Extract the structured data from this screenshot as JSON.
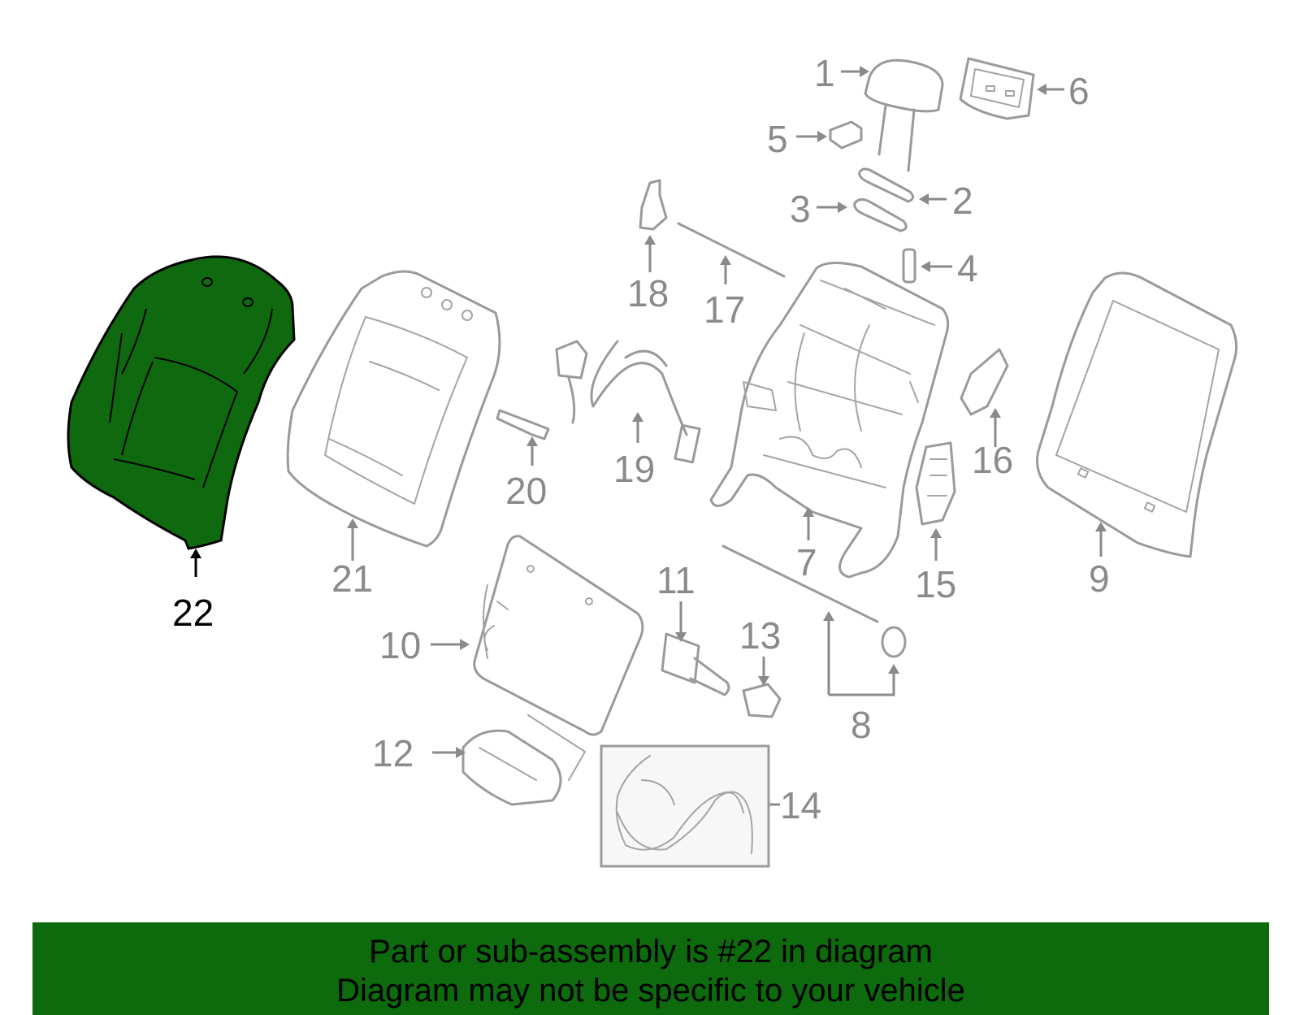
{
  "callouts": {
    "c1": "1",
    "c2": "2",
    "c3": "3",
    "c4": "4",
    "c5": "5",
    "c6": "6",
    "c7": "7",
    "c8": "8",
    "c9": "9",
    "c10": "10",
    "c11": "11",
    "c12": "12",
    "c13": "13",
    "c14": "14",
    "c15": "15",
    "c16": "16",
    "c17": "17",
    "c18": "18",
    "c19": "19",
    "c20": "20",
    "c21": "21",
    "c22": "22"
  },
  "highlighted_part": "22",
  "colors": {
    "highlight_fill": "#0f6a0f",
    "banner_background": "#0d6a0d",
    "part_stroke": "#9a9a9a",
    "callout_text": "#8a8a8a"
  },
  "banner": {
    "line1": "Part or sub-assembly is #22 in diagram",
    "line2": "Diagram may not be specific to your vehicle"
  }
}
